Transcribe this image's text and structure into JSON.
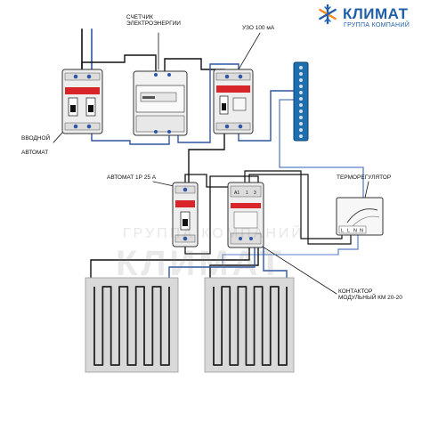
{
  "logo": {
    "name": "КЛИМАТ",
    "subtitle": "ГРУППА КОМПАНИЙ",
    "icon": "snowflake-icon",
    "colors": {
      "blue": "#1f5fa8",
      "orange": "#f28c1e"
    }
  },
  "watermark": {
    "subtitle": "ГРУППА КОМПАНИЙ",
    "name": "КЛИМАТ"
  },
  "labels": {
    "meter": "СЧЕТЧИК\nЭЛЕКТРОЭНЕРГИИ",
    "rcd": "УЗО 100 мА",
    "input_breaker_1": "ВВОДНОЙ",
    "input_breaker_2": "АВТОМАТ",
    "breaker_1p": "АВТОМАТ 1Р 25 А",
    "thermostat": "ТЕРМОРЕГУЛЯТОР",
    "contactor": "КОНТАКТОР\nМОДУЛЬНЫЙ КМ 20-20"
  },
  "terminals": {
    "thermostat": [
      "L",
      "L",
      "N",
      "N"
    ],
    "contactor_top": [
      "A1",
      "1",
      "3"
    ]
  },
  "colors": {
    "wire_black": "#111111",
    "wire_blue": "#2f55a4",
    "wire_light_blue": "#5b7fc8",
    "device_body": "#eeeeee",
    "device_red": "#d8252a",
    "bus_bar": "#1f6fae",
    "heating_mat": "#d9d9d9",
    "heating_cable": "#222222"
  }
}
